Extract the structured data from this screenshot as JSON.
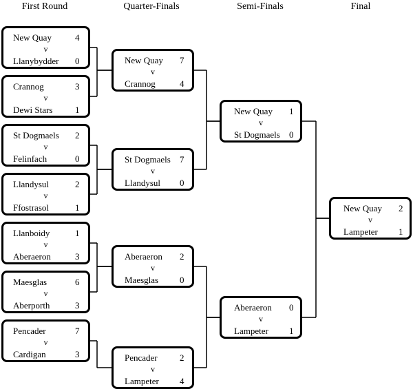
{
  "rounds": [
    "First Round",
    "Quarter-Finals",
    "Semi-Finals",
    "Final"
  ],
  "vs_label": "v",
  "matches": {
    "r1": [
      {
        "home": "New Quay",
        "home_score": "4",
        "away": "Llanybydder",
        "away_score": "0"
      },
      {
        "home": "Crannog",
        "home_score": "3",
        "away": "Dewi Stars",
        "away_score": "1"
      },
      {
        "home": "St Dogmaels",
        "home_score": "2",
        "away": "Felinfach",
        "away_score": "0"
      },
      {
        "home": "Llandysul",
        "home_score": "2",
        "away": "Ffostrasol",
        "away_score": "1"
      },
      {
        "home": "Llanboidy",
        "home_score": "1",
        "away": "Aberaeron",
        "away_score": "3"
      },
      {
        "home": "Maesglas",
        "home_score": "6",
        "away": "Aberporth",
        "away_score": "3"
      },
      {
        "home": "Pencader",
        "home_score": "7",
        "away": "Cardigan",
        "away_score": "3"
      }
    ],
    "qf": [
      {
        "home": "New Quay",
        "home_score": "7",
        "away": "Crannog",
        "away_score": "4"
      },
      {
        "home": "St Dogmaels",
        "home_score": "7",
        "away": "Llandysul",
        "away_score": "0"
      },
      {
        "home": "Aberaeron",
        "home_score": "2",
        "away": "Maesglas",
        "away_score": "0"
      },
      {
        "home": "Pencader",
        "home_score": "2",
        "away": "Lampeter",
        "away_score": "4"
      }
    ],
    "sf": [
      {
        "home": "New Quay",
        "home_score": "1",
        "away": "St Dogmaels",
        "away_score": "0"
      },
      {
        "home": "Aberaeron",
        "home_score": "0",
        "away": "Lampeter",
        "away_score": "1"
      }
    ],
    "final": [
      {
        "home": "New Quay",
        "home_score": "2",
        "away": "Lampeter",
        "away_score": "1"
      }
    ]
  }
}
